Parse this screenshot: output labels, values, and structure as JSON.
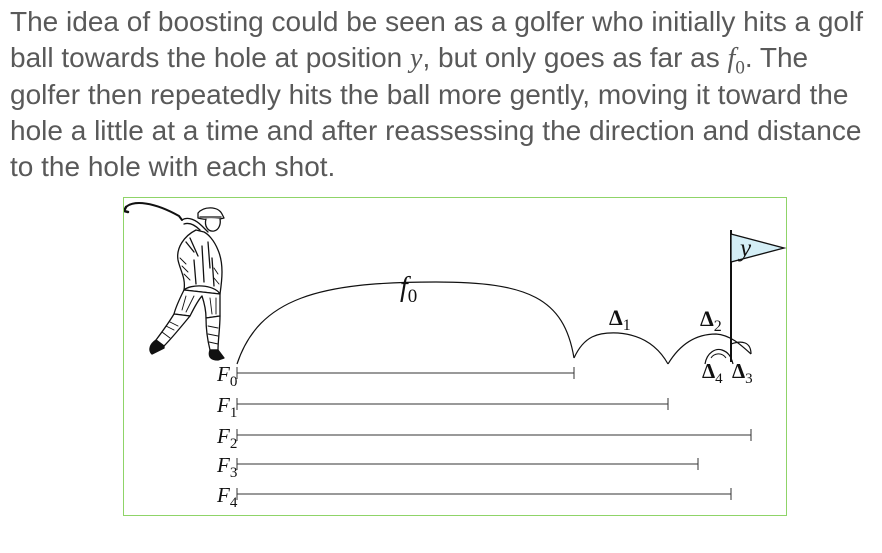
{
  "text": {
    "part1": "The idea of boosting could be seen as a golfer who initially hits a golf ball towards the hole at position ",
    "y_symbol": "y",
    "part2": ", but only goes as far as ",
    "f_symbol": "f",
    "f_sub": "0",
    "part3": ". The golfer then repeatedly hits the ball more gently, moving it toward the hole a little at a time and after reassessing the direction and distance to the hole with each shot."
  },
  "figure": {
    "border_color": "#8fd468",
    "golfer_icon": "golfer-illustration",
    "flag_icon": "hole-flag",
    "flag_label": "y",
    "flag_color": "#d4eef6",
    "arc_labels": [
      {
        "symbol": "f",
        "sub": "0"
      },
      {
        "symbol": "Δ",
        "sub": "1"
      },
      {
        "symbol": "Δ",
        "sub": "2"
      },
      {
        "symbol": "Δ",
        "sub": "4"
      },
      {
        "symbol": "Δ",
        "sub": "3"
      }
    ],
    "ranges": [
      {
        "symbol": "F",
        "sub": "0"
      },
      {
        "symbol": "F",
        "sub": "1"
      },
      {
        "symbol": "F",
        "sub": "2"
      },
      {
        "symbol": "F",
        "sub": "3"
      },
      {
        "symbol": "F",
        "sub": "4"
      }
    ]
  }
}
